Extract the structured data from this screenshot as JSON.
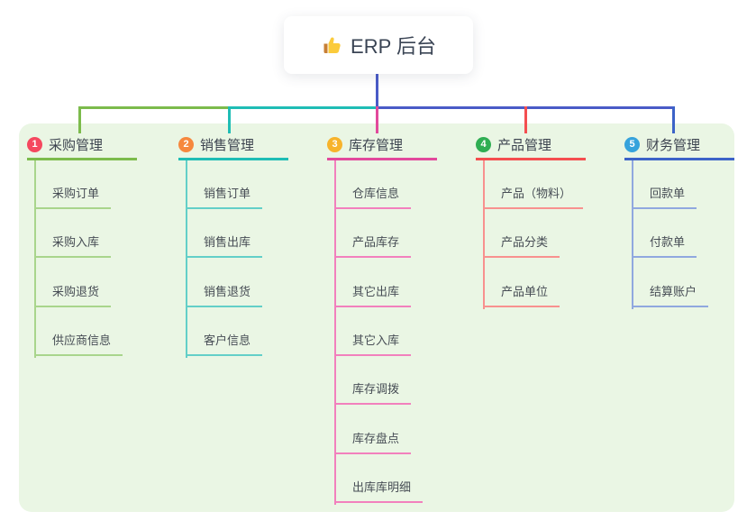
{
  "root": {
    "label": "ERP 后台",
    "icon": "thumbs-up-icon"
  },
  "colors": {
    "root_connector": "#4A5BC7",
    "panel_background": "#EAF6E4",
    "root_text": "#3A4454",
    "branch_text": "#3D4450",
    "item_text": "#474D55",
    "emoji_hand": "#FBCB3C",
    "emoji_cuff": "#C77F35"
  },
  "branches": [
    {
      "number": "1",
      "label": "采购管理",
      "badge_color": "#F5485F",
      "line_color": "#7CBB4C",
      "item_line_color": "#A9D58C",
      "items": [
        "采购订单",
        "采购入库",
        "采购退货",
        "供应商信息"
      ]
    },
    {
      "number": "2",
      "label": "销售管理",
      "badge_color": "#F6883E",
      "line_color": "#1FBDB5",
      "item_line_color": "#63CFC8",
      "items": [
        "销售订单",
        "销售出库",
        "销售退货",
        "客户信息"
      ]
    },
    {
      "number": "3",
      "label": "库存管理",
      "badge_color": "#F7B32B",
      "line_color": "#E2499C",
      "item_line_color": "#F280BD",
      "items": [
        "仓库信息",
        "产品库存",
        "其它出库",
        "其它入库",
        "库存调拨",
        "库存盘点",
        "出库库明细"
      ]
    },
    {
      "number": "4",
      "label": "产品管理",
      "badge_color": "#2FAE53",
      "line_color": "#F44E50",
      "item_line_color": "#F8918F",
      "items": [
        "产品（物料）",
        "产品分类",
        "产品单位"
      ]
    },
    {
      "number": "5",
      "label": "财务管理",
      "badge_color": "#36A3DC",
      "line_color": "#3C63C8",
      "item_line_color": "#90A8DF",
      "items": [
        "回款单",
        "付款单",
        "结算账户"
      ]
    }
  ]
}
